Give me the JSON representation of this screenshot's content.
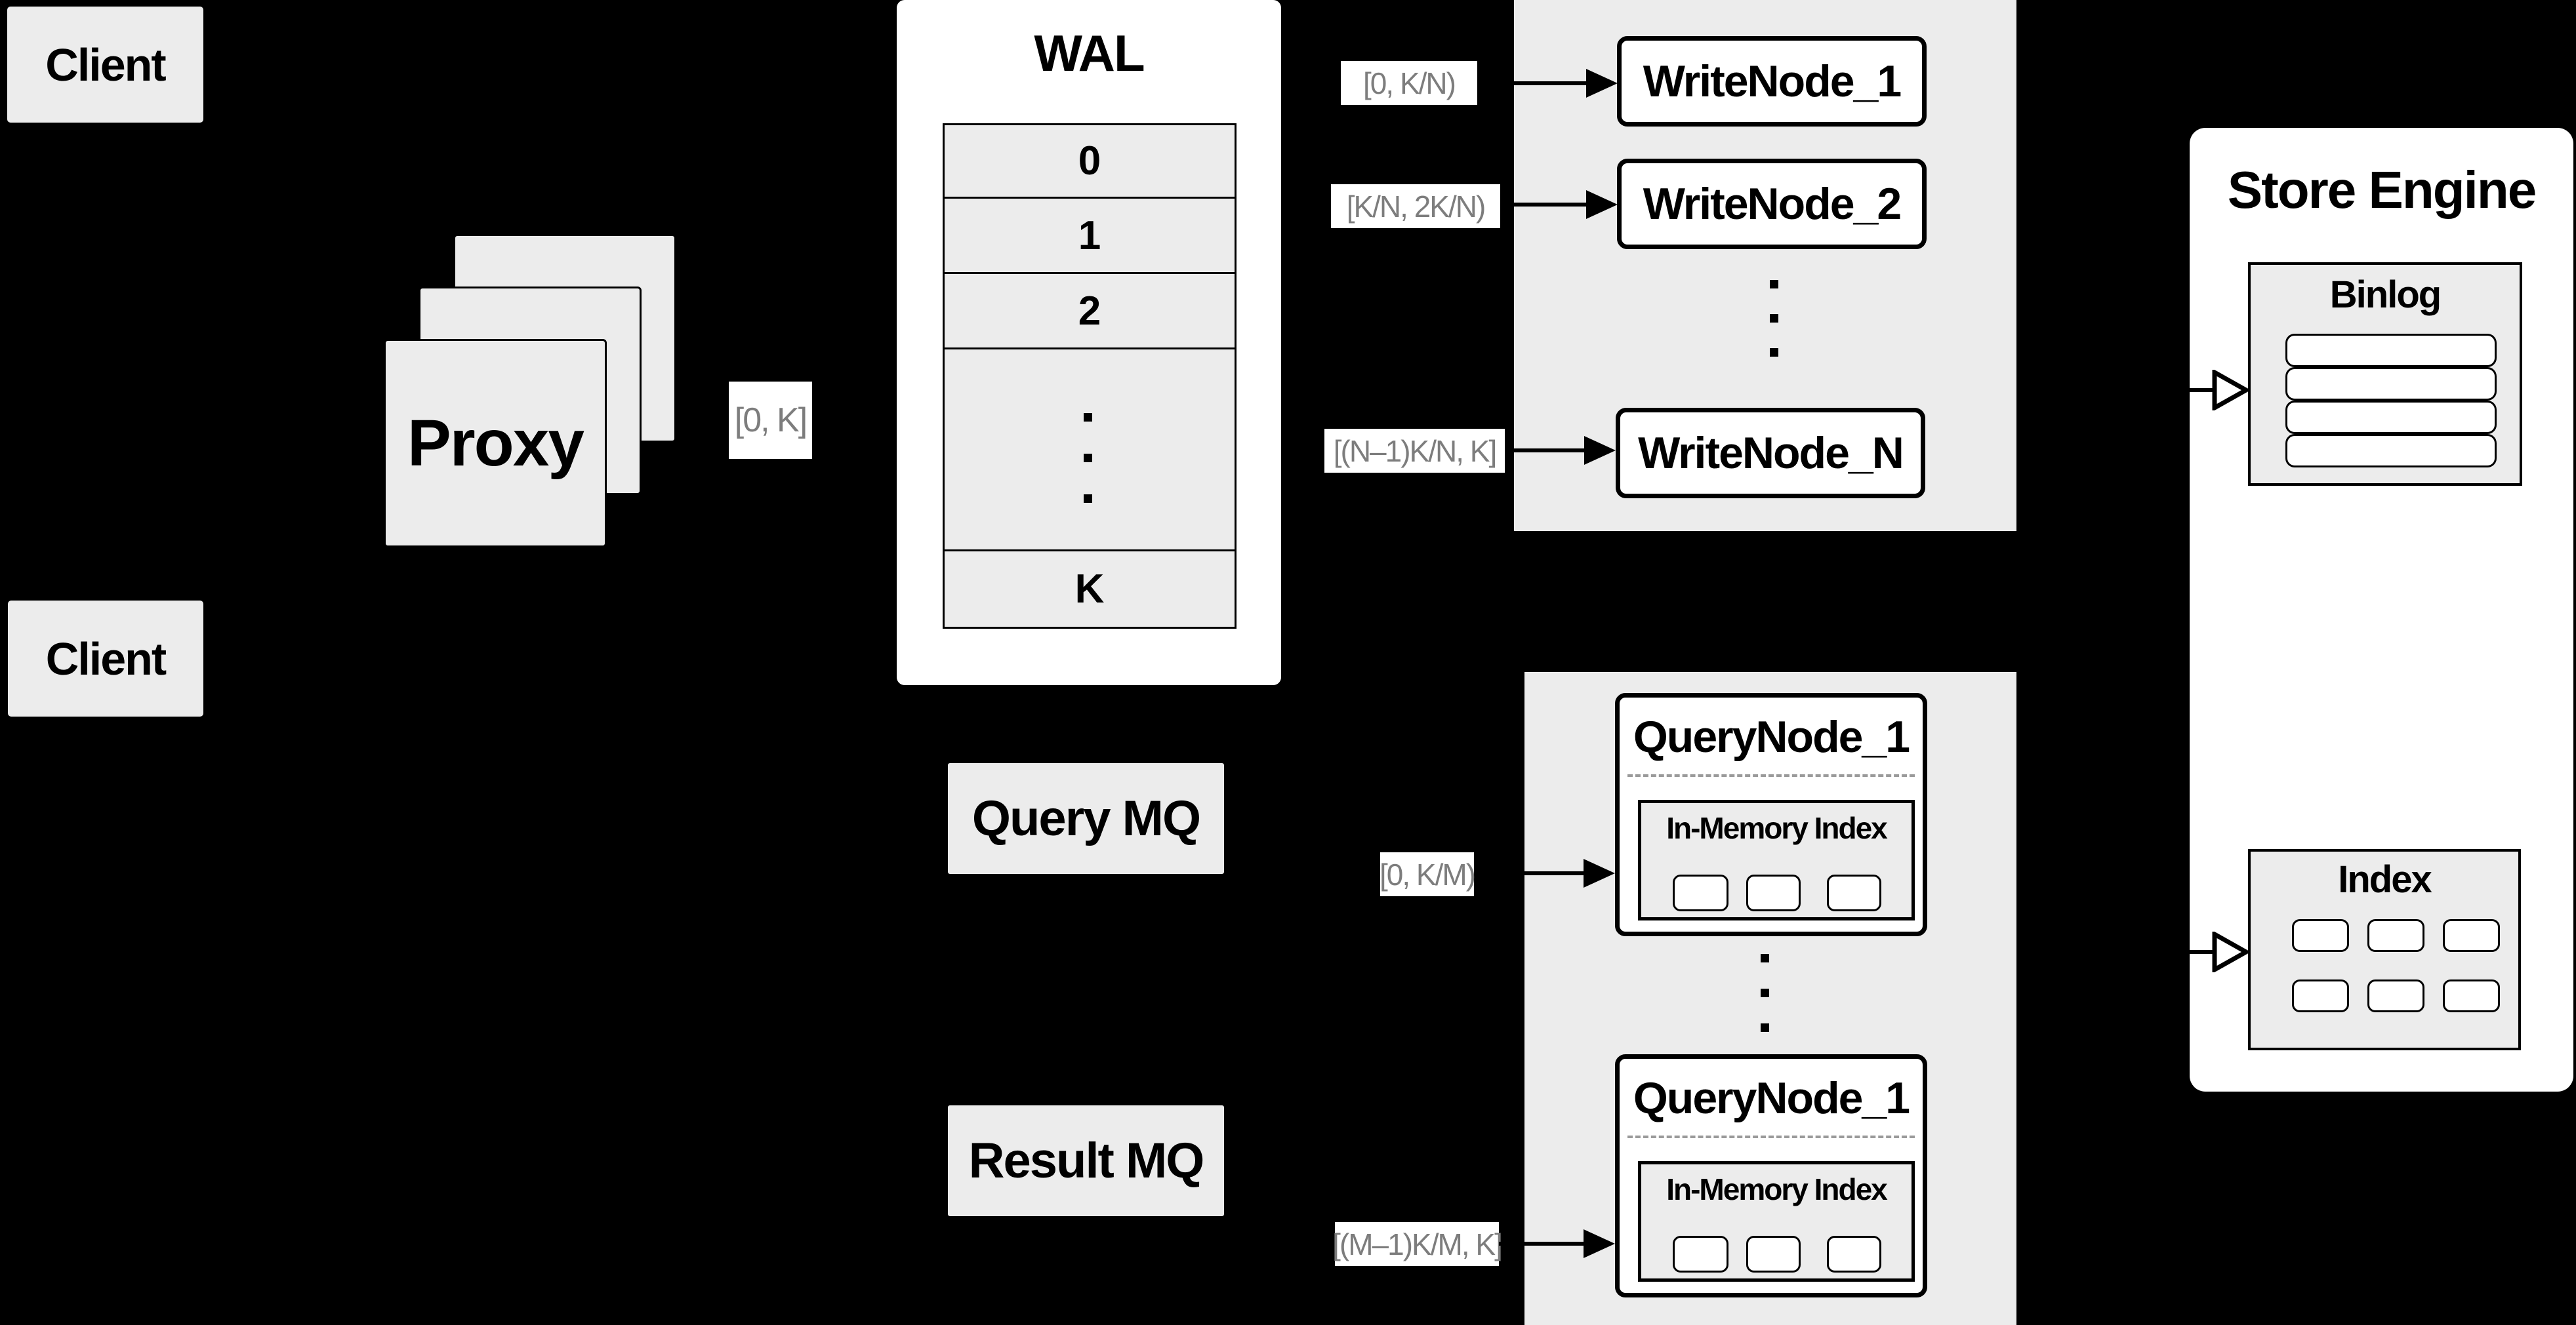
{
  "colors": {
    "background": "#000000",
    "panel_gray": "#ececec",
    "node_white": "#ffffff",
    "line_black": "#000000",
    "range_text": "#7d7d7d"
  },
  "clients": {
    "top": "Client",
    "bottom": "Client"
  },
  "proxy": {
    "label": "Proxy"
  },
  "ranges": {
    "proxy_to_wal": "[0, K]",
    "write_node_1": "[0, K/N)",
    "write_node_2": "[K/N, 2K/N)",
    "write_node_n": "[(N–1)K/N, K]",
    "query_node_1": "[0, K/M)",
    "query_node_m": "[(M–1)K/M, K]"
  },
  "wal": {
    "title": "WAL",
    "rows": [
      "0",
      "1",
      "2",
      "K"
    ]
  },
  "write_nodes": {
    "first": "WriteNode_1",
    "second": "WriteNode_2",
    "last": "WriteNode_N"
  },
  "mq": {
    "query": "Query MQ",
    "result": "Result MQ"
  },
  "query_nodes": {
    "first": {
      "title": "QueryNode_1",
      "memory": "In-Memory Index"
    },
    "second": {
      "title": "QueryNode_1",
      "memory": "In-Memory Index"
    }
  },
  "store_engine": {
    "title": "Store Engine",
    "binlog_title": "Binlog",
    "index_title": "Index"
  }
}
